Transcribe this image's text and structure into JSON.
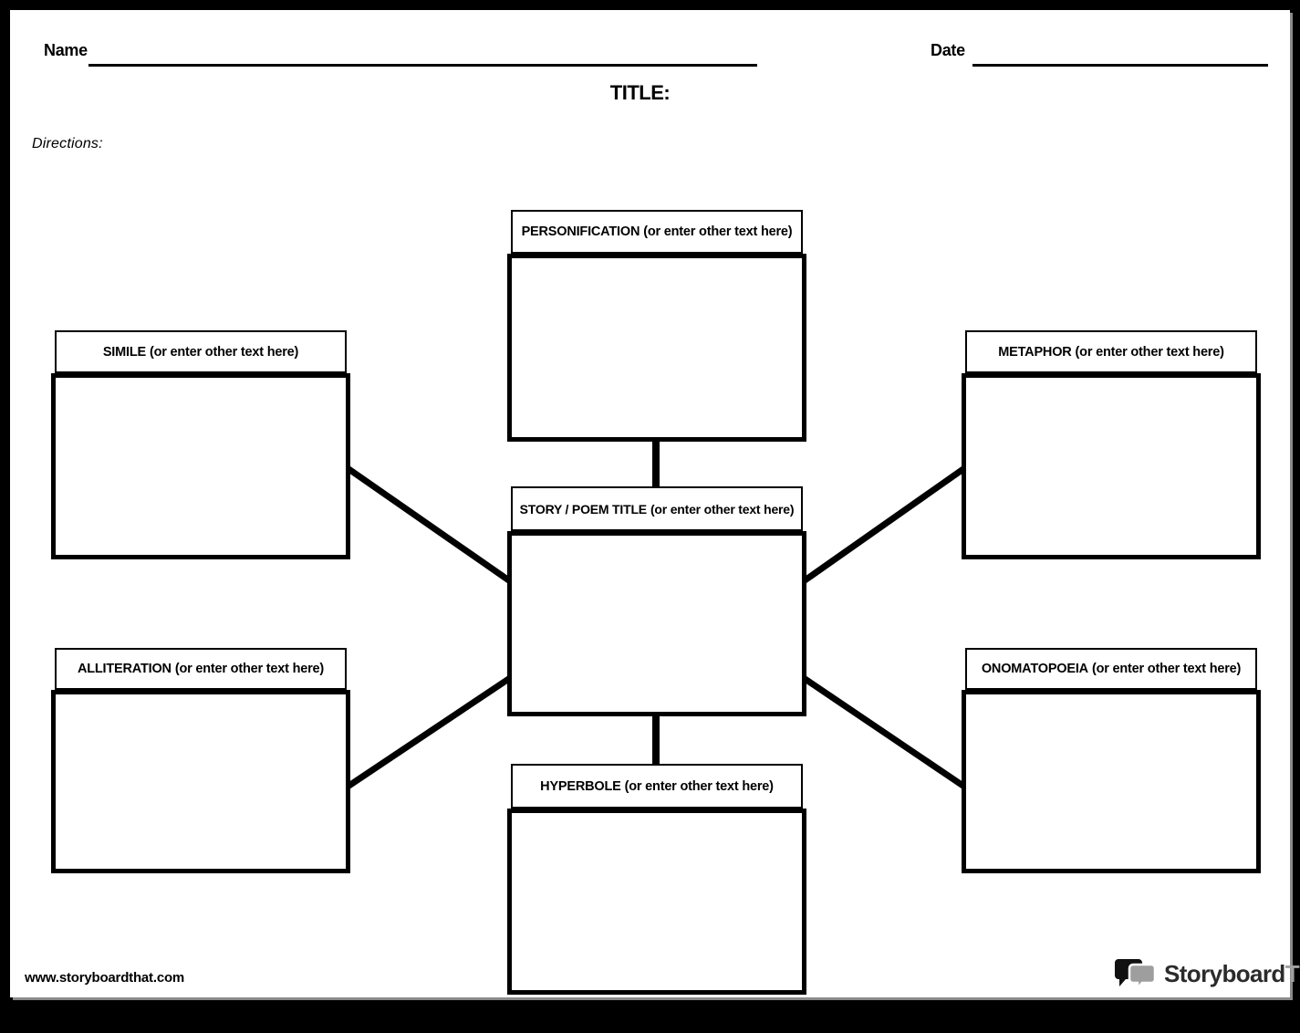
{
  "page": {
    "name_label": "Name",
    "name_value": "",
    "date_label": "Date",
    "date_value": "",
    "title_label": "TITLE:",
    "directions_label": "Directions:",
    "footer_url": "www.storyboardthat.com"
  },
  "diagram": {
    "note_suffix": "(or enter other text here)",
    "center": {
      "label": "STORY / POEM TITLE",
      "note": "(or enter other text here)",
      "content": ""
    },
    "nodes": [
      {
        "id": "personification",
        "label": "PERSONIFICATION",
        "note": "(or enter other text here)",
        "content": ""
      },
      {
        "id": "simile",
        "label": "SIMILE",
        "note": "(or enter other text here)",
        "content": ""
      },
      {
        "id": "metaphor",
        "label": "METAPHOR",
        "note": "(or enter other text here)",
        "content": ""
      },
      {
        "id": "alliteration",
        "label": "ALLITERATION",
        "note": "(or enter other text here)",
        "content": ""
      },
      {
        "id": "onomatopoeia",
        "label": "ONOMATOPOEIA",
        "note": "(or enter other text here)",
        "content": ""
      },
      {
        "id": "hyperbole",
        "label": "HYPERBOLE",
        "note": "(or enter other text here)",
        "content": ""
      }
    ]
  },
  "logo": {
    "part1": "Storyboard",
    "part2": "That"
  },
  "colors": {
    "ink": "#000000",
    "paper": "#ffffff",
    "frame": "#000000",
    "logo_dark": "#2b2b2b",
    "logo_gray": "#a0a0a0",
    "bubble_black": "#111111",
    "bubble_gray": "#9e9e9e"
  }
}
